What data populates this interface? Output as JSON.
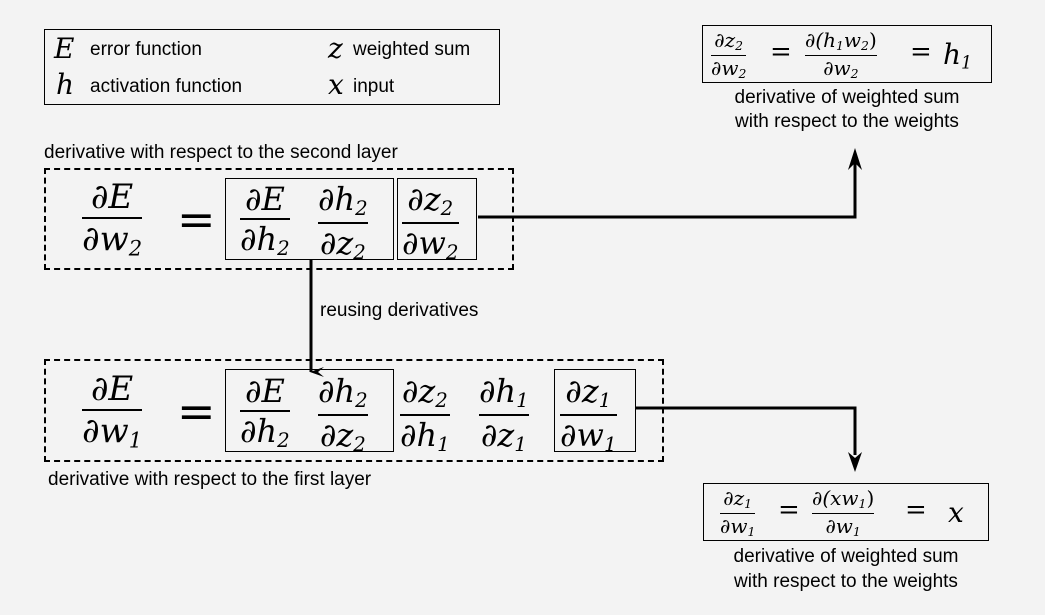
{
  "legend": {
    "items": [
      {
        "symbol": "E",
        "label": "error function"
      },
      {
        "symbol": "z",
        "label": "weighted sum"
      },
      {
        "symbol": "h",
        "label": "activation function"
      },
      {
        "symbol": "x",
        "label": "input"
      }
    ]
  },
  "second_layer": {
    "caption": "derivative with respect to the second layer",
    "lhs": {
      "num": "∂E",
      "den": "∂w",
      "den_sub": "2"
    },
    "reused": [
      {
        "num": "∂E",
        "den": "∂h",
        "den_sub": "2"
      },
      {
        "num": "∂h",
        "num_sub": "2",
        "den": "∂z",
        "den_sub": "2"
      }
    ],
    "local": {
      "num": "∂z",
      "num_sub": "2",
      "den": "∂w",
      "den_sub": "2"
    }
  },
  "first_layer": {
    "caption": "derivative with respect to the first layer",
    "lhs": {
      "num": "∂E",
      "den": "∂w",
      "den_sub": "1"
    },
    "reused": [
      {
        "num": "∂E",
        "den": "∂h",
        "den_sub": "2"
      },
      {
        "num": "∂h",
        "num_sub": "2",
        "den": "∂z",
        "den_sub": "2"
      }
    ],
    "middle": [
      {
        "num": "∂z",
        "num_sub": "2",
        "den": "∂h",
        "den_sub": "1"
      },
      {
        "num": "∂h",
        "num_sub": "1",
        "den": "∂z",
        "den_sub": "1"
      }
    ],
    "local": {
      "num": "∂z",
      "num_sub": "1",
      "den": "∂w",
      "den_sub": "1"
    }
  },
  "reuse_label": "reusing derivatives",
  "top_result": {
    "lhs_num": "∂z",
    "lhs_num_sub": "2",
    "lhs_den": "∂w",
    "lhs_den_sub": "2",
    "mid_num": "∂(h",
    "mid_num_sub1": "1",
    "mid_num_mid": "w",
    "mid_num_sub2": "2",
    "mid_num_end": ")",
    "mid_den": "∂w",
    "mid_den_sub": "2",
    "rhs": "h",
    "rhs_sub": "1",
    "caption_line1": "derivative of weighted sum",
    "caption_line2": "with respect to the weights"
  },
  "bottom_result": {
    "lhs_num": "∂z",
    "lhs_num_sub": "1",
    "lhs_den": "∂w",
    "lhs_den_sub": "1",
    "mid_num": "∂(xw",
    "mid_num_sub": "1",
    "mid_num_end": ")",
    "mid_den": "∂w",
    "mid_den_sub": "1",
    "rhs": "x",
    "caption_line1": "derivative of weighted sum",
    "caption_line2": "with respect to the weights"
  },
  "equals": "="
}
